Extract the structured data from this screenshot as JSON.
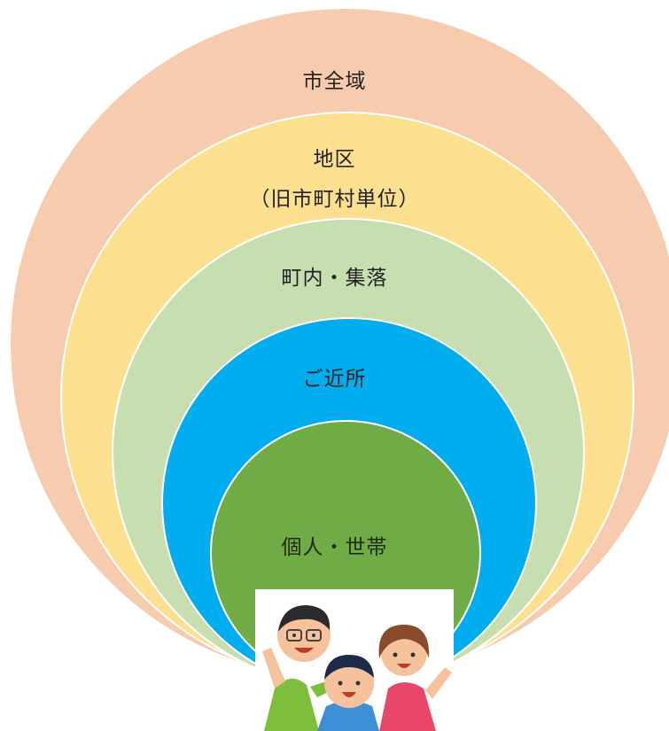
{
  "colors": {
    "city": "#F6CBAE",
    "district": "#FCE08F",
    "town": "#C6DEB0",
    "neighborhood": "#00ADEE",
    "household": "#6FAC46"
  },
  "rings": {
    "city": "市全域",
    "district": "地区",
    "district_sub": "（旧市町村単位）",
    "town": "町内・集落",
    "neighborhood": "ご近所",
    "household": "個人・世帯"
  },
  "illustration": {
    "subject": "family-illustration"
  }
}
